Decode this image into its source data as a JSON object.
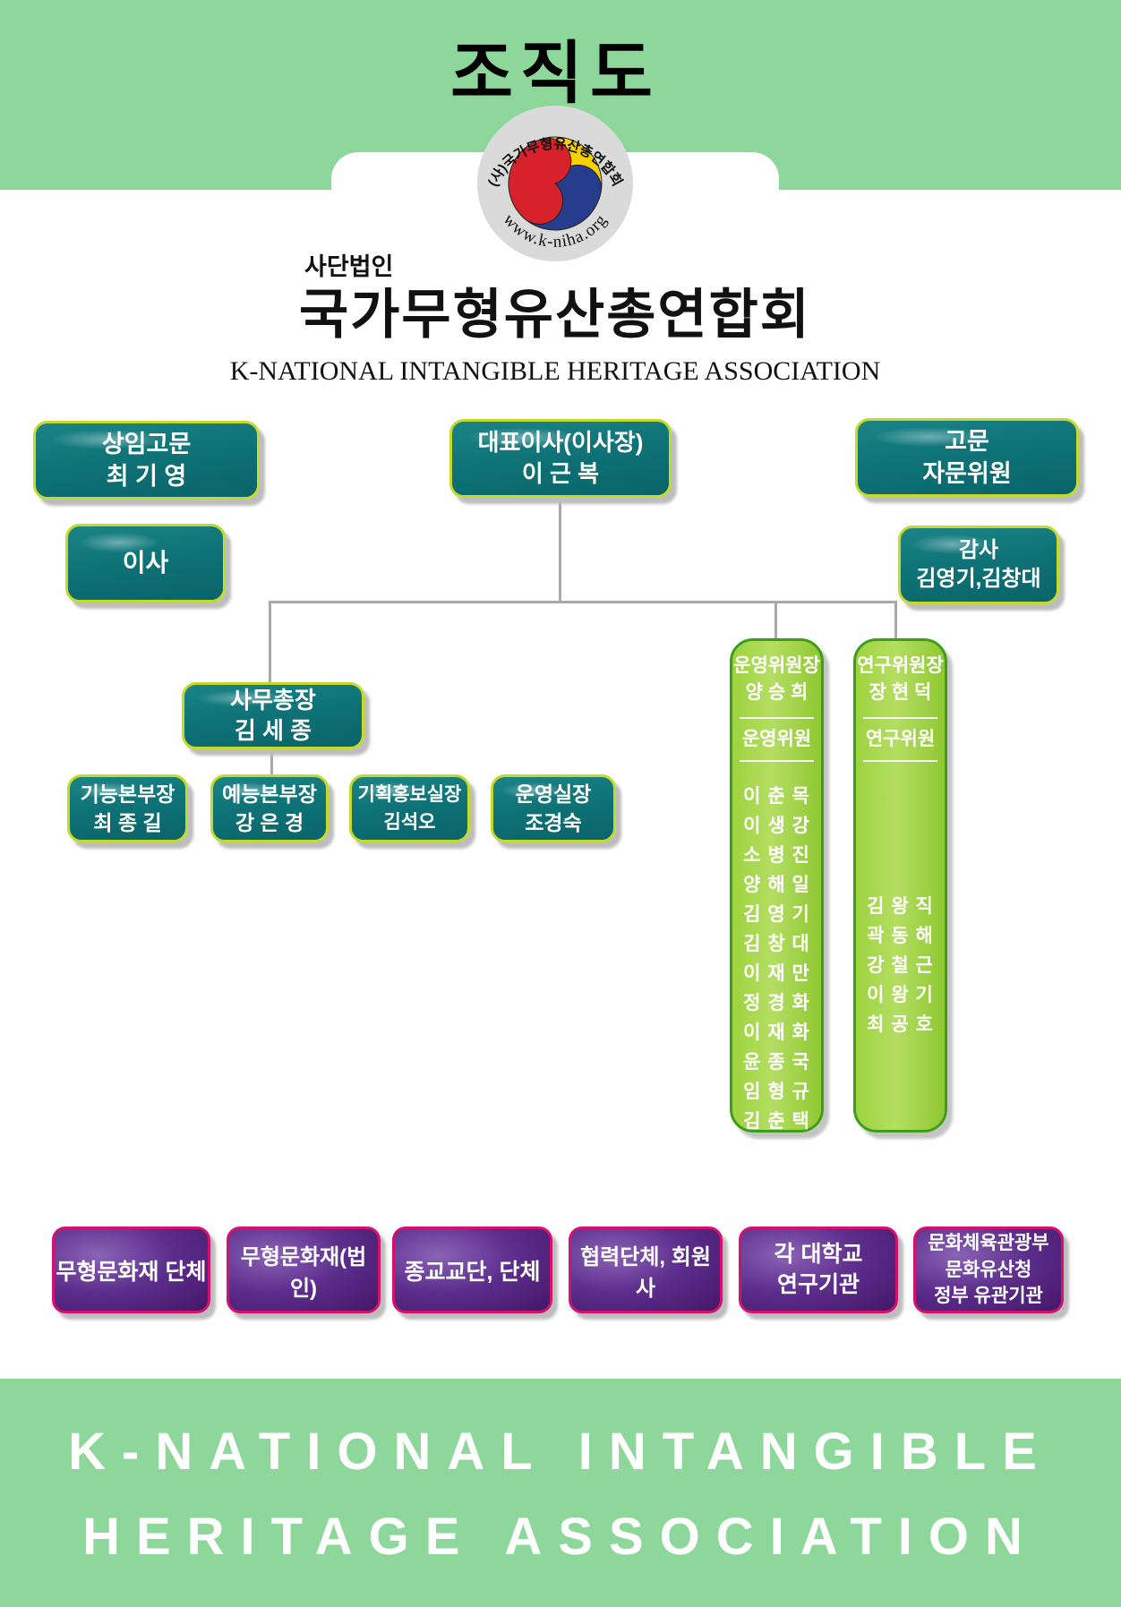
{
  "page": {
    "title": "조직도",
    "org_type": "사단법인",
    "org_name_korean": "국가무형유산총연합회",
    "org_name_english": "K-NATIONAL INTANGIBLE HERITAGE ASSOCIATION",
    "logo": {
      "top_arc_text": "(사)국가무형유산총연합회",
      "bottom_arc_text": "www.k-niha.org"
    },
    "footer": {
      "line1": "K-NATIONAL INTANGIBLE",
      "line2": "HERITAGE ASSOCIATION"
    },
    "colors": {
      "band_green": "#8ed79b",
      "teal_box": "#0e7276",
      "teal_box_border": "#c3da2b",
      "committee_green": "#a5d84c",
      "committee_border": "#3e9e1b",
      "member_purple": "#5c2d8c",
      "member_border": "#d4116d",
      "connector_gray": "#a9a9a9",
      "taegeuk_yellow": "#f6d001",
      "taegeuk_red": "#d7212b",
      "taegeuk_blue": "#263c8c"
    }
  },
  "chart": {
    "boxes": {
      "standing_advisor": {
        "title": "상임고문",
        "name": "최 기 영"
      },
      "ceo": {
        "title": "대표이사(이사장)",
        "name": "이 근 복"
      },
      "advisor": {
        "line1": "고문",
        "line2": "자문위원"
      },
      "director": {
        "title": "이사"
      },
      "auditor": {
        "title": "감사",
        "name": "김영기,김창대"
      },
      "secretary_general": {
        "title": "사무총장",
        "name": "김 세 종"
      },
      "craft_division": {
        "title": "기능본부장",
        "name": "최 종 길"
      },
      "arts_division": {
        "title": "예능본부장",
        "name": "강 은 경"
      },
      "pr_office": {
        "title": "기획홍보실장",
        "name": "김석오"
      },
      "operations_office": {
        "title": "운영실장",
        "name": "조경숙"
      }
    },
    "committees": [
      {
        "chair_title": "운영위원장",
        "chair_name": "양 승 희",
        "members_label": "운영위원",
        "members": [
          "이 춘 목",
          "이 생 강",
          "소 병 진",
          "양 해 일",
          "김 영 기",
          "김 창 대",
          "이 재 만",
          "정 경 화",
          "이 재 화",
          "윤 종 국",
          "임 형 규",
          "김 춘 택"
        ]
      },
      {
        "chair_title": "연구위원장",
        "chair_name": "장 현 덕",
        "members_label": "연구위원",
        "members": [
          "김 왕 직",
          "곽 동 해",
          "강 철 근",
          "이 왕 기",
          "최 공 호"
        ]
      }
    ],
    "bottom_boxes": [
      {
        "lines": [
          "무형문화재 단체"
        ]
      },
      {
        "lines": [
          "무형문화재(법인)"
        ]
      },
      {
        "lines": [
          "종교교단, 단체"
        ]
      },
      {
        "lines": [
          "협력단체, 회원사"
        ]
      },
      {
        "lines": [
          "각 대학교",
          "연구기관"
        ]
      },
      {
        "lines": [
          "문화체육관광부",
          "문화유산청",
          "정부 유관기관"
        ]
      }
    ]
  }
}
